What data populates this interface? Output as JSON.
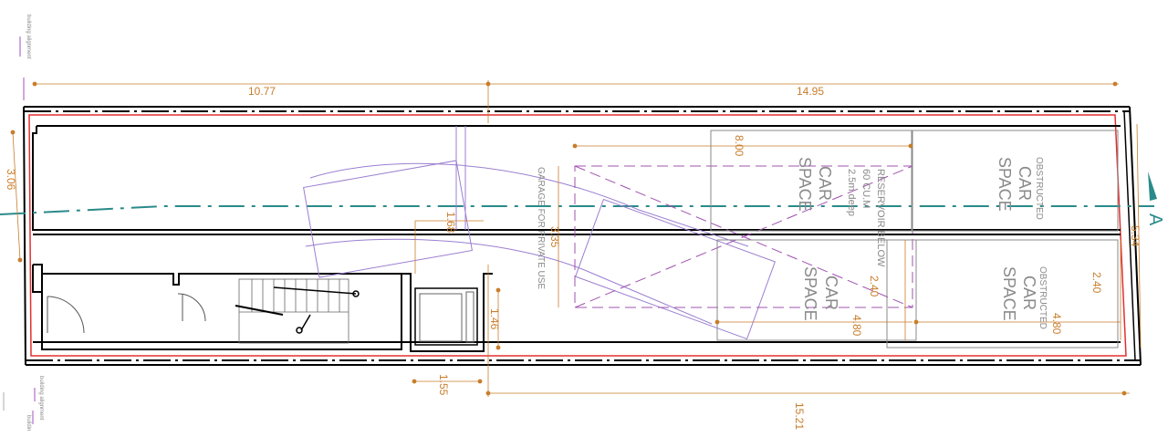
{
  "notes": {
    "building_alignment_top": "building alignment",
    "building_alignment_bottom": "building alignment",
    "building_alignment_bottom2": "buildin"
  },
  "dimensions": {
    "top_left": "10.77",
    "top_right": "14.95",
    "left_width": "3.06",
    "bottom_right": "15.21",
    "bottom_small": "1.55",
    "stair_gap": "1.46",
    "ramp_height": "1.68",
    "ramp_width": "3.35",
    "parking_width": "8.00",
    "car_space_width": "4.80",
    "car_space_width_right": "4.80",
    "car_space_height": "2.40",
    "car_space_height_right": "2.40",
    "right_width": "5.34"
  },
  "labels": {
    "garage": "GARAGE FOR PRIVATE USE",
    "reservoir_line1": "RESERVOIR BELOW",
    "reservoir_line2": "60 CU.M",
    "reservoir_line3": "2.5m deep",
    "car_space_1": [
      "CAR",
      "SPACE"
    ],
    "car_space_2": [
      "CAR",
      "SPACE"
    ],
    "car_space_obstructed_1": [
      "OBSTRUCTED",
      "CAR",
      "SPACE"
    ],
    "car_space_obstructed_2": [
      "OBSTRUCTED",
      "CAR",
      "SPACE"
    ],
    "section_marker": "A"
  },
  "colors": {
    "wall": "#000000",
    "boundary": "#e03030",
    "dimension": "#c87d2a",
    "section_line": "#2a8a8a",
    "vehicle_path": "#9b7fd0",
    "parking_dash": "#a050b0",
    "annotation_note": "#a050c0"
  }
}
